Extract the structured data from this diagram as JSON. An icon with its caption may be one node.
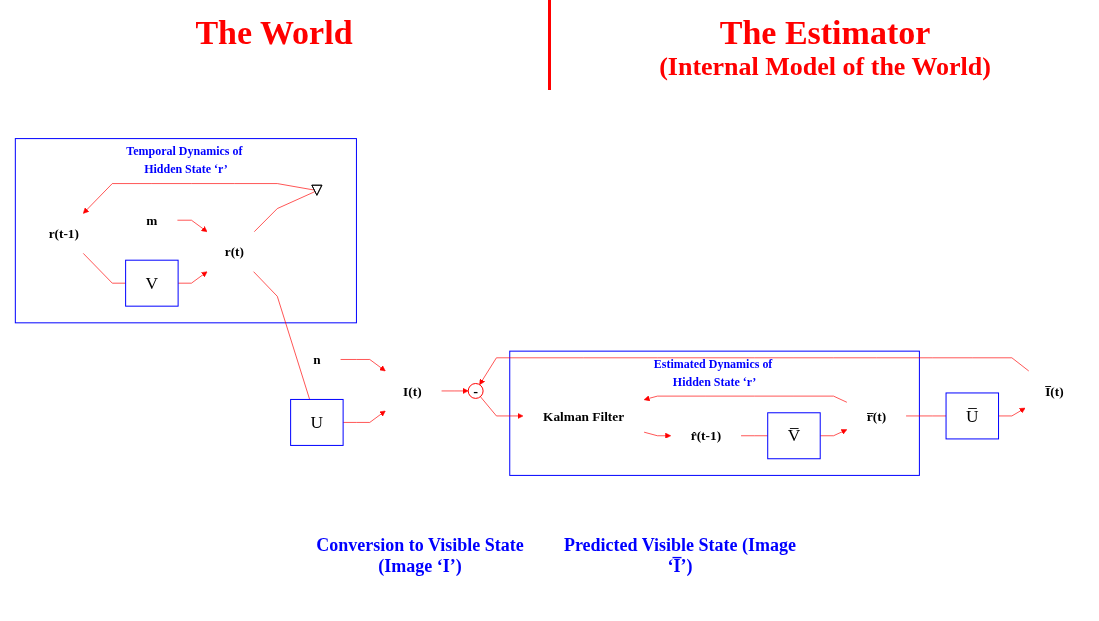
{
  "diagram": {
    "nodes": [
      {
        "text": [
          "Temporal Dynamics of Hidden State ‘r’"
        ]
      },
      {
        "text": [
          "r(t-1)"
        ],
        "in": 0
      },
      {
        "text": [
          "V"
        ],
        "in": 0
      },
      {
        "text": [
          "m"
        ],
        "in": 0
      },
      {
        "text": [
          "r(t)"
        ],
        "in": 0
      },
      {
        "text": [],
        "shape": "triangle",
        "in": 0
      },
      {
        "text": [
          "U"
        ]
      },
      {
        "text": [
          "n"
        ]
      },
      {
        "text": [
          "I(t)"
        ]
      },
      {
        "text": [
          "I̅(t)"
        ]
      },
      {
        "text": [
          "-"
        ]
      },
      {
        "text": [
          "U̅"
        ]
      },
      {
        "text": [
          "Estimated Dynamics of Hidden State ‘r’"
        ]
      },
      {
        "text": [
          "r̅(t)"
        ],
        "in": 12
      },
      {
        "text": [
          "V̅"
        ],
        "in": 12
      },
      {
        "text": [
          "r̂(t-1)"
        ],
        "in": 12
      },
      {
        "text": [
          "Kalman Filter"
        ],
        "in": 12
      }
    ],
    "edges": [
      {
        "from": 1,
        "to": 2,
        "arrow": "none"
      },
      {
        "from": 2,
        "to": 4,
        "arrow": "to"
      },
      {
        "from": 3,
        "to": 4,
        "arrow": "to"
      },
      {
        "from": 4,
        "to": 5,
        "arrow": "none"
      },
      {
        "from": 5,
        "to": 1,
        "arrow": "to"
      },
      {
        "from": 4,
        "to": 6,
        "arrow": "none"
      },
      {
        "from": 6,
        "to": 8,
        "arrow": "to"
      },
      {
        "from": 7,
        "to": 8,
        "arrow": "to"
      },
      {
        "from": 8,
        "to": 10,
        "arrow": "to"
      },
      {
        "from": 9,
        "to": 10,
        "arrow": "to"
      },
      {
        "from": 11,
        "to": 9,
        "arrow": "to"
      },
      {
        "from": 13,
        "to": 11,
        "arrow": "none"
      },
      {
        "from": 14,
        "to": 13,
        "arrow": "to"
      },
      {
        "from": 15,
        "to": 14,
        "arrow": "none"
      },
      {
        "from": 13,
        "to": 16,
        "arrow": "to"
      },
      {
        "from": 10,
        "to": 16,
        "arrow": "to"
      },
      {
        "from": 16,
        "to": 15,
        "arrow": "to"
      }
    ],
    "labels": [
      "The World",
      "The Estimator",
      "(Internal Model of the World)",
      "Conversion to Visible State (Image ‘I’)",
      "Predicted Visible State (Image ‘I̅’)"
    ]
  }
}
